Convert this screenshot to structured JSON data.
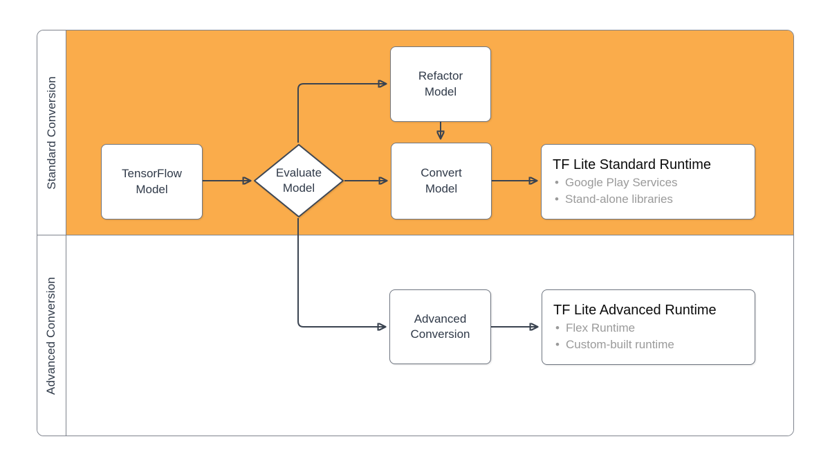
{
  "lanes": [
    {
      "label": "Standard Conversion"
    },
    {
      "label": "Advanced Conversion"
    }
  ],
  "nodes": {
    "tensorflow": {
      "label": "TensorFlow\nModel"
    },
    "evaluate": {
      "label": "Evaluate\nModel"
    },
    "refactor": {
      "label": "Refactor\nModel"
    },
    "convert": {
      "label": "Convert\nModel"
    },
    "advanced": {
      "label": "Advanced\nConversion"
    }
  },
  "runtimes": {
    "standard": {
      "title": "TF Lite Standard Runtime",
      "bullets": [
        "Google Play Services",
        "Stand-alone libraries"
      ]
    },
    "advanced": {
      "title": "TF Lite Advanced Runtime",
      "bullets": [
        "Flex Runtime",
        "Custom-built runtime"
      ]
    }
  },
  "colors": {
    "lane_fill": "#FAAC4B",
    "frame_border": "#7D828C",
    "shape_border": "#6E7580",
    "diamond_border": "#3E4754",
    "connector": "#3A4350",
    "node_text": "#2F3948",
    "runtime_title_text": "#0A0A0A",
    "bullet_text": "#9A9A9A"
  }
}
